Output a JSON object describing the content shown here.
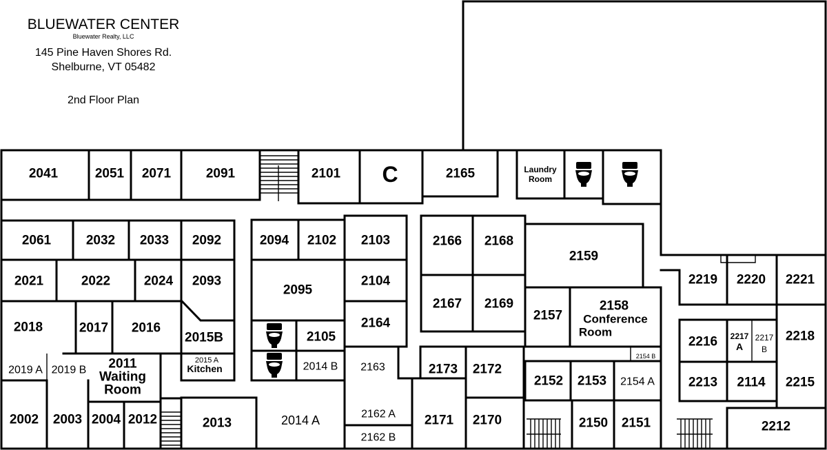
{
  "header": {
    "title": "BLUEWATER CENTER",
    "company": "Bluewater Realty, LLC",
    "address_line1": "145 Pine Haven Shores Rd.",
    "address_line2": "Shelburne, VT 05482",
    "floor": "2nd Floor Plan"
  },
  "rooms": {
    "r2041": "2041",
    "r2051": "2051",
    "r2071": "2071",
    "r2091": "2091",
    "r2101": "2101",
    "rC": "C",
    "r2165": "2165",
    "laundry_line1": "Laundry",
    "laundry_line2": "Room",
    "r2061": "2061",
    "r2032": "2032",
    "r2033": "2033",
    "r2092": "2092",
    "r2021": "2021",
    "r2022": "2022",
    "r2024": "2024",
    "r2093": "2093",
    "r2018": "2018",
    "r2017": "2017",
    "r2016": "2016",
    "r2015B": "2015B",
    "r2015A": "2015 A",
    "kitchen": "Kitchen",
    "r2019A": "2019 A",
    "r2019B": "2019 B",
    "waiting_line1": "2011",
    "waiting_line2": "Waiting",
    "waiting_line3": "Room",
    "r2002": "2002",
    "r2003": "2003",
    "r2004": "2004",
    "r2012": "2012",
    "r2013": "2013",
    "r2094": "2094",
    "r2102": "2102",
    "r2103": "2103",
    "r2095": "2095",
    "r2104": "2104",
    "r2105": "2105",
    "r2164": "2164",
    "r2014B": "2014 B",
    "r2163": "2163",
    "r2014A": "2014 A",
    "r2162A": "2162 A",
    "r2162B": "2162 B",
    "r2166": "2166",
    "r2168": "2168",
    "r2167": "2167",
    "r2169": "2169",
    "r2159": "2159",
    "r2157": "2157",
    "conf_line1": "2158",
    "conf_line2": "Conference",
    "conf_line3": "Room",
    "r2154B": "2154 B",
    "r2173": "2173",
    "r2172": "2172",
    "r2171": "2171",
    "r2170": "2170",
    "r2152": "2152",
    "r2153": "2153",
    "r2154A": "2154 A",
    "r2150": "2150",
    "r2151": "2151",
    "r2219": "2219",
    "r2220": "2220",
    "r2221": "2221",
    "r2216": "2216",
    "r2217A_line1": "2217",
    "r2217A_line2": "A",
    "r2217B_line1": "2217",
    "r2217B_line2": "B",
    "r2218": "2218",
    "r2213": "2213",
    "r2114": "2114",
    "r2215": "2215",
    "r2212": "2212"
  },
  "icons": {
    "restroom": "toilet-icon",
    "stairs": "stairs-icon"
  }
}
